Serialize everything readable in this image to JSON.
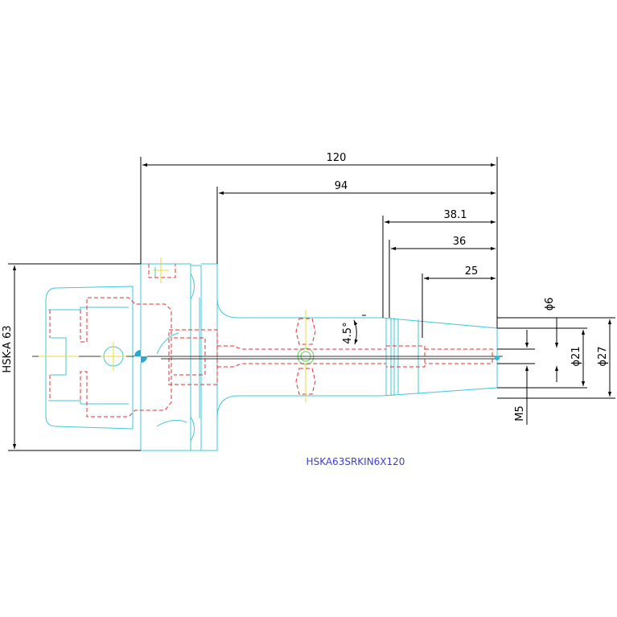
{
  "drawing": {
    "part_number": "HSKA63SRKIN6X120",
    "colors": {
      "outline": "#3fc8d8",
      "hidden": "#e03030",
      "center": "#e8d830",
      "dimension": "#000000",
      "title": "#3c3cd8",
      "background": "#ffffff"
    },
    "dimensions": {
      "overall_length": "120",
      "length_94": "94",
      "length_38_1": "38.1",
      "length_36": "36",
      "length_25": "25",
      "taper_angle": "4.5°",
      "bore_diameter": "ϕ6",
      "nose_diameter_small": "ϕ21",
      "nose_diameter_large": "ϕ27",
      "thread": "M5",
      "interface": "HSK-A 63"
    }
  }
}
